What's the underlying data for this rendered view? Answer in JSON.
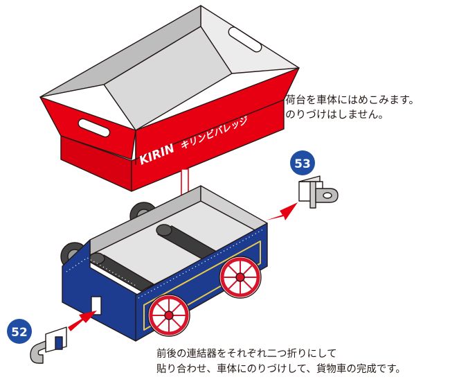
{
  "instructions": {
    "top_line1": "荷台を車体にはめこみます。",
    "top_line2": "のりづけはしません。",
    "bottom_line1": "前後の連結器をそれぞれ二つ折りにして",
    "bottom_line2": "貼り合わせ、車体にのりづけして、貨物車の完成です。"
  },
  "steps": {
    "front_coupler": "53",
    "rear_coupler": "52"
  },
  "branding": {
    "logo": "KIRIN",
    "slogan": "キリンビバレッジ"
  },
  "colors": {
    "tray_red": "#e60012",
    "car_blue": "#1d3c8f",
    "badge_blue": "#1f4ea3",
    "arrow_red": "#e60012",
    "wheel_red": "#d7142a",
    "trim_gold": "#e9c94a",
    "axle_dark": "#3c3c3c"
  }
}
